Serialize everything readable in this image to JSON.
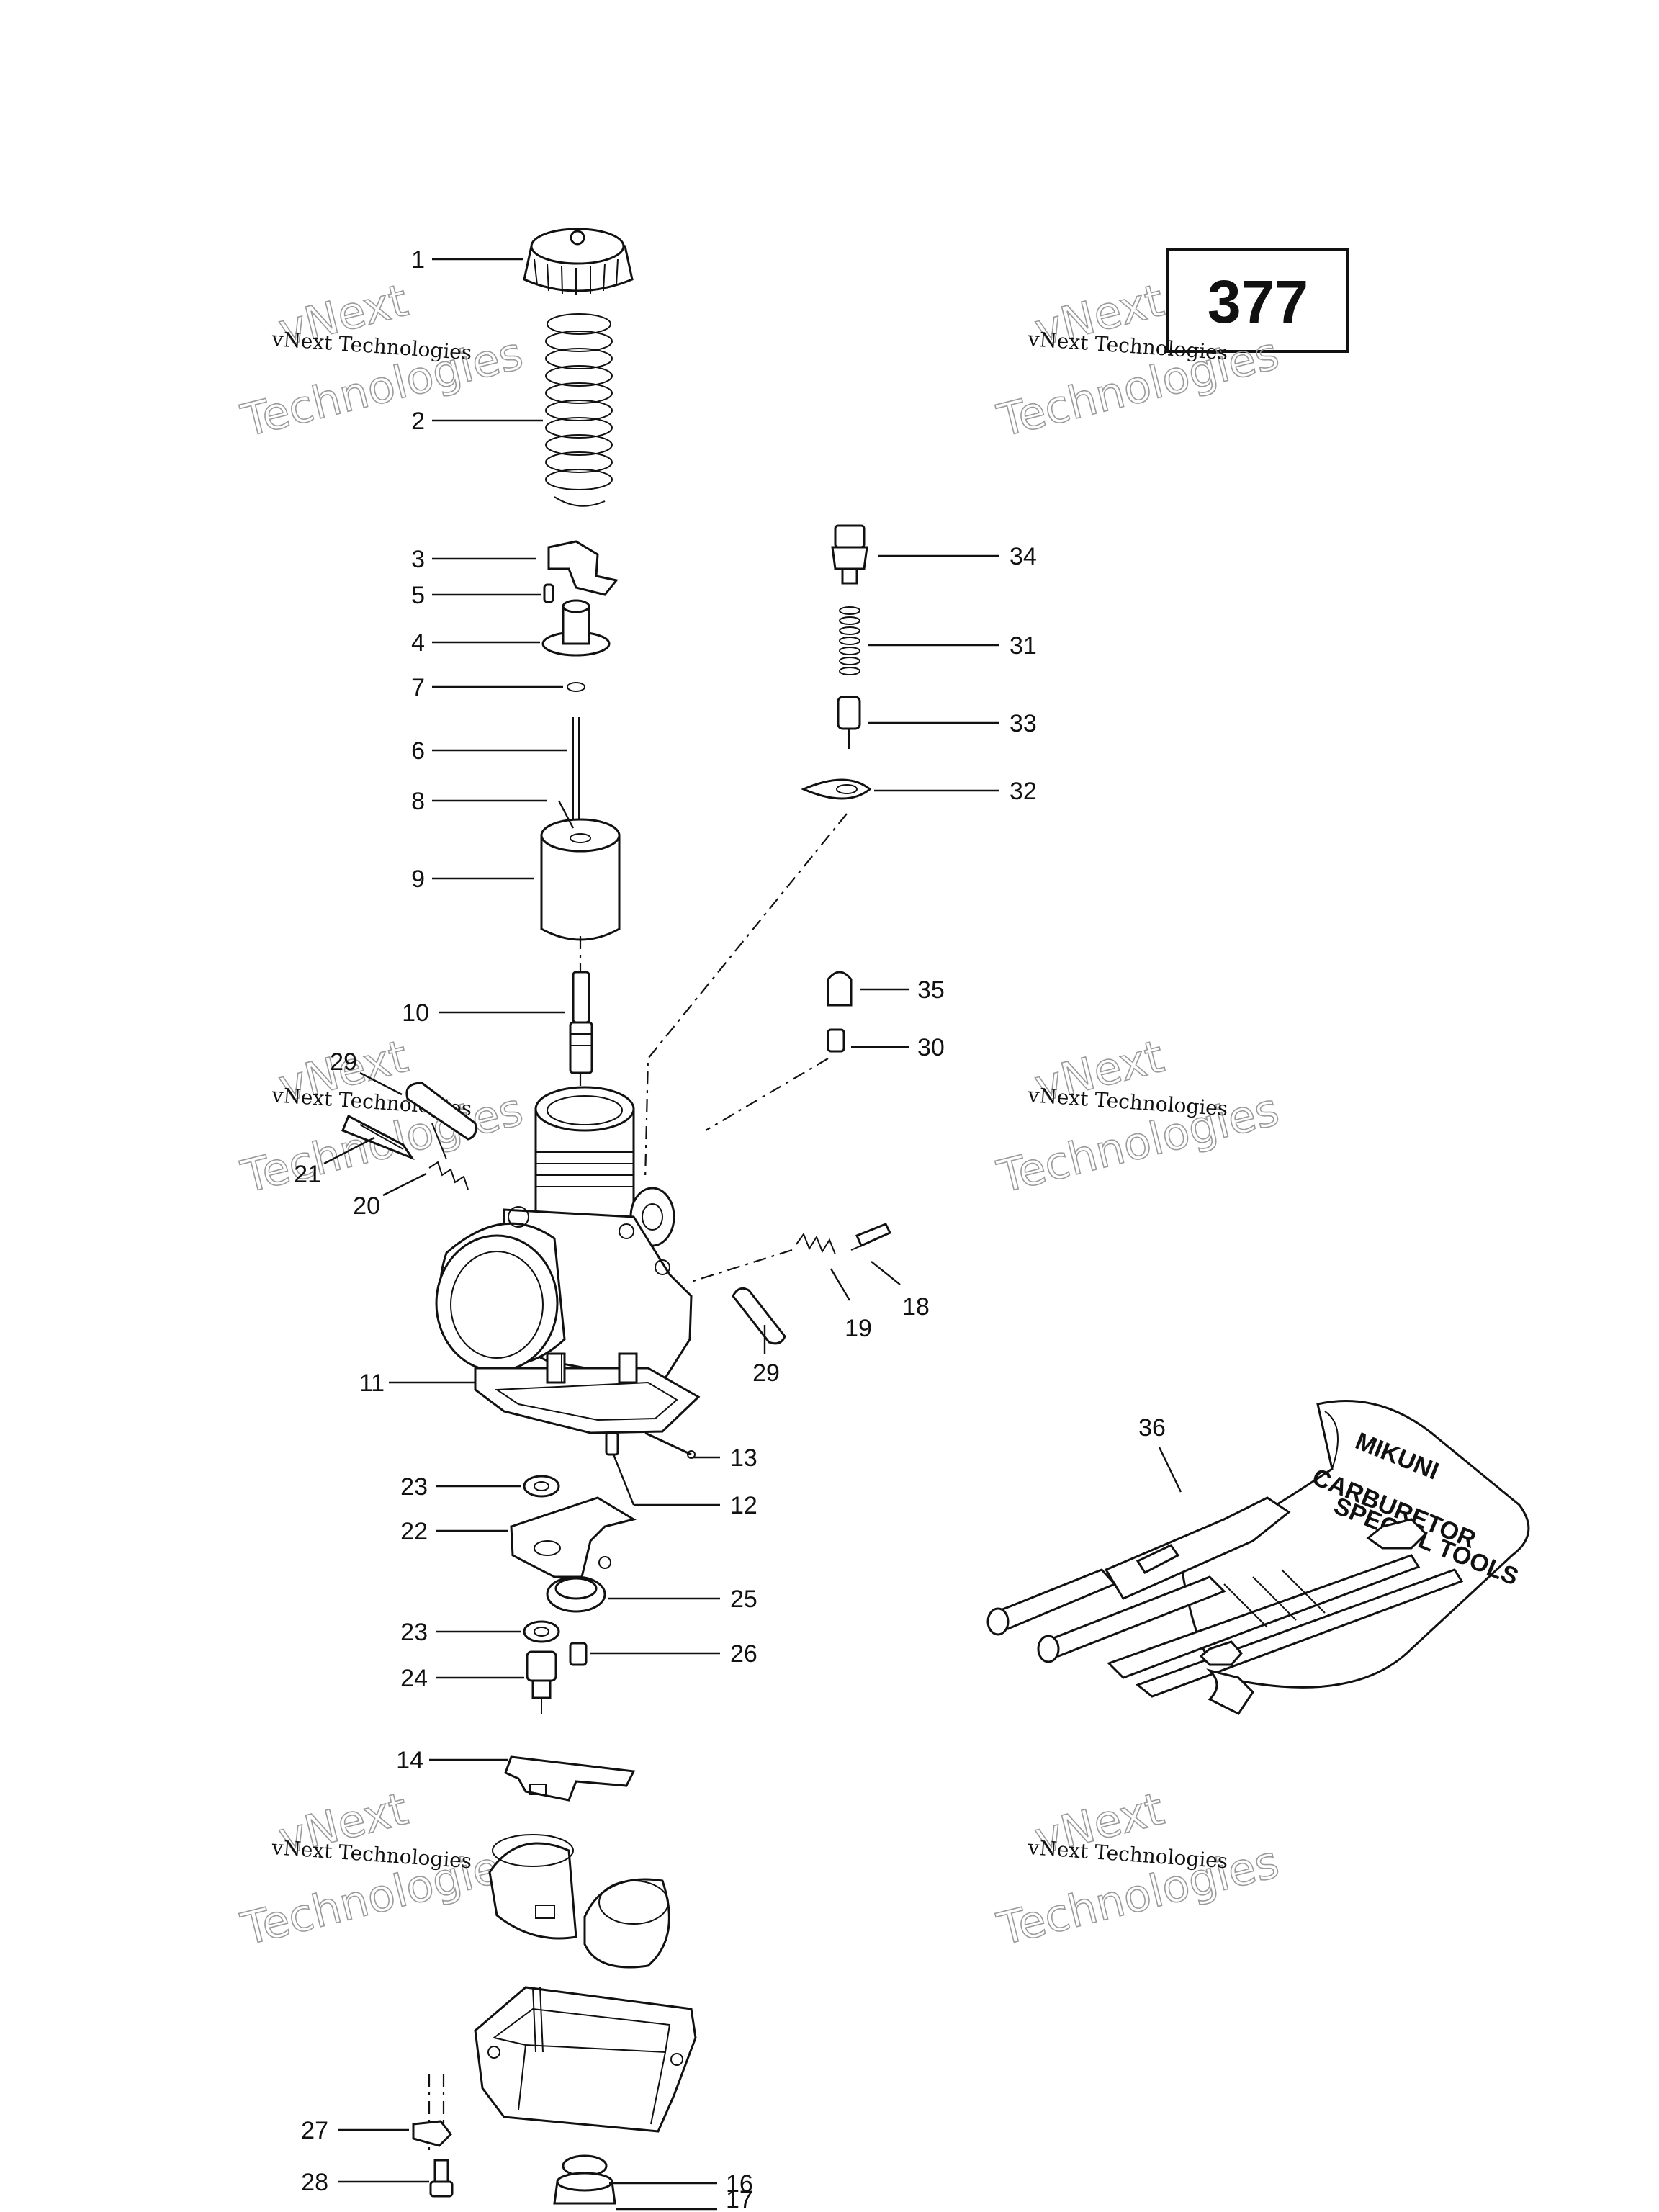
{
  "page_number": "377",
  "watermark": {
    "small": "vNext Technologies",
    "line1": "vNext",
    "line2": "Technologies"
  },
  "tool_kit_text": {
    "line1": "MIKUNI",
    "line2": "CARBURETOR",
    "line3": "SPECIAL TOOLS"
  },
  "callouts": {
    "c1": "1",
    "c2": "2",
    "c3": "3",
    "c4": "4",
    "c5": "5",
    "c6": "6",
    "c7": "7",
    "c8": "8",
    "c9": "9",
    "c10": "10",
    "c11": "11",
    "c12": "12",
    "c13": "13",
    "c14": "14",
    "c16": "16",
    "c17": "17",
    "c18": "18",
    "c19": "19",
    "c20": "20",
    "c21": "21",
    "c22": "22",
    "c23a": "23",
    "c23b": "23",
    "c24": "24",
    "c25": "25",
    "c26": "26",
    "c27": "27",
    "c28": "28",
    "c29a": "29",
    "c29b": "29",
    "c30": "30",
    "c31": "31",
    "c32": "32",
    "c33": "33",
    "c34": "34",
    "c35": "35",
    "c36": "36"
  }
}
